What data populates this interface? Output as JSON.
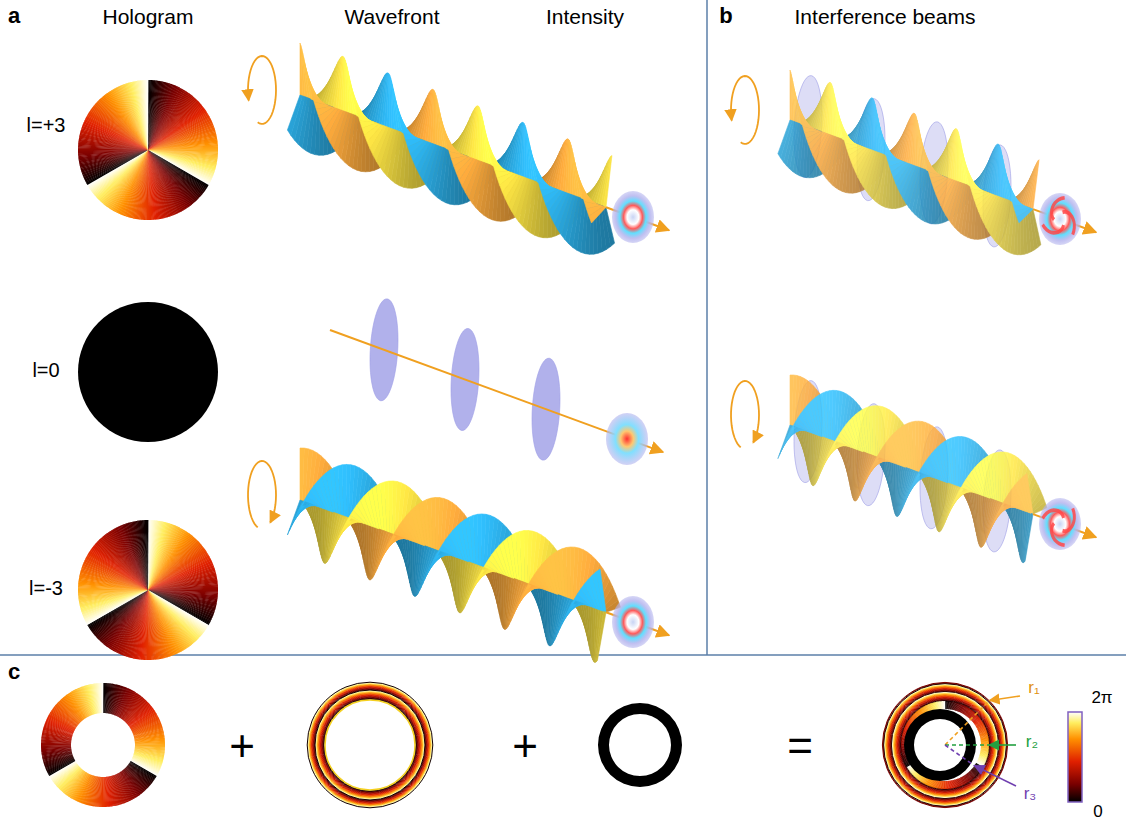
{
  "diagram": {
    "labels": [
      "a",
      "Hologram",
      "Wavefront",
      "Intensity",
      "b",
      "Interference beams",
      "l=+3",
      "l=0",
      "l=-3",
      "c",
      "+",
      "+",
      "=",
      "r₁",
      "r₂",
      "r₃",
      "2π",
      "0"
    ]
  }
}
